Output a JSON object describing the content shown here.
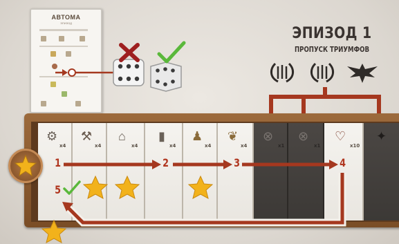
{
  "card": {
    "title": "АВТОМА",
    "subtitle": "ЭПИЗОД"
  },
  "episode": {
    "title": "ЭПИЗОД 1",
    "subtitle": "ПРОПУСК ТРИУМФОВ",
    "icons": [
      "laurel-wreath-icon",
      "laurel-wreath-icon",
      "eagle-emblem-icon"
    ]
  },
  "dice": {
    "rejected_marker": "cross-icon",
    "accepted_marker": "checkmark-icon"
  },
  "track": {
    "cells": [
      {
        "icon": "gears-icon",
        "count": "x4",
        "style": "light"
      },
      {
        "icon": "anvil-icon",
        "count": "x4",
        "style": "light"
      },
      {
        "icon": "house-icon",
        "count": "x4",
        "style": "light"
      },
      {
        "icon": "lantern-icon",
        "count": "x4",
        "style": "light"
      },
      {
        "icon": "worker-icon",
        "count": "x4",
        "style": "light"
      },
      {
        "icon": "bird-icon",
        "count": "x4",
        "style": "light"
      },
      {
        "icon": "laurel-wreath-icon",
        "count": "x1",
        "style": "dark"
      },
      {
        "icon": "laurel-wreath-icon",
        "count": "x1",
        "style": "dark"
      },
      {
        "icon": "heart-icon",
        "count": "x10",
        "style": "light"
      },
      {
        "icon": "eagle-emblem-icon",
        "count": "",
        "style": "dark"
      }
    ],
    "steps": [
      "1",
      "2",
      "3",
      "4",
      "5"
    ],
    "colors": {
      "arrow": "#a5381f",
      "star": "#f2b21b",
      "check": "#5ab83b"
    }
  }
}
